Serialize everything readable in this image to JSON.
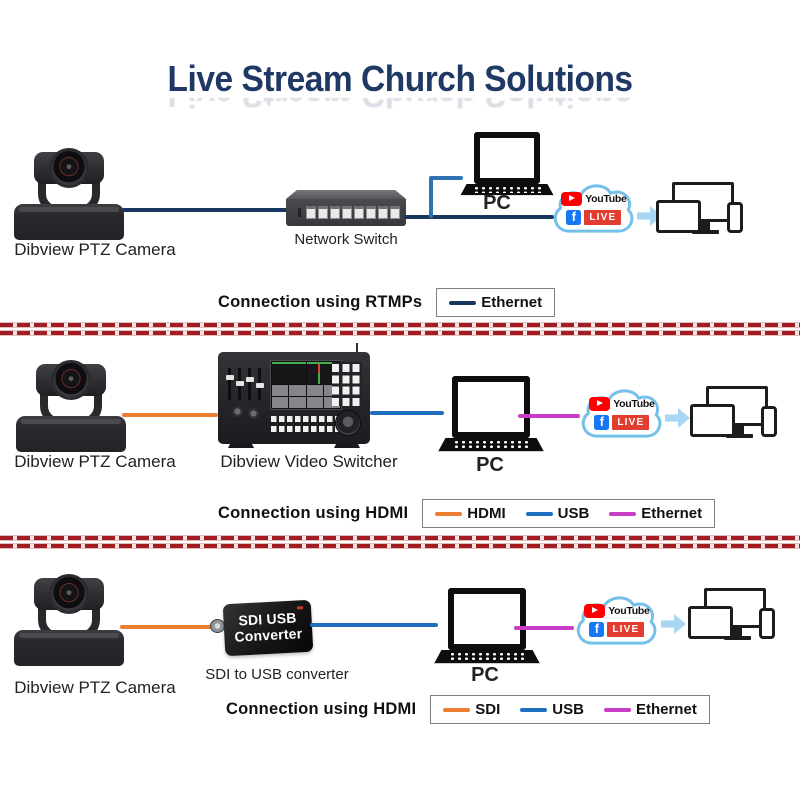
{
  "title": "Live Stream Church Solutions",
  "cloud": {
    "youtube_label": "YouTube",
    "facebook_letter": "f",
    "live_label": "LIVE"
  },
  "rows": [
    {
      "camera_label": "Dibview PTZ Camera",
      "device_label": "Network Switch",
      "pc_label": "PC",
      "caption": "Connection using RTMPs",
      "legend": [
        {
          "label": "Ethernet",
          "color": "#17375e"
        }
      ],
      "connections": [
        {
          "segment": "camera-to-switch",
          "color": "#17375e"
        },
        {
          "segment": "switch-to-pc",
          "color": "#2e74b5"
        },
        {
          "segment": "switch-to-cloud",
          "color": "#17375e"
        }
      ]
    },
    {
      "camera_label": "Dibview PTZ Camera",
      "device_label": "Dibview Video Switcher",
      "pc_label": "PC",
      "caption": "Connection using HDMI",
      "legend": [
        {
          "label": "HDMI",
          "color": "#ed7d31"
        },
        {
          "label": "USB",
          "color": "#1f6fc0"
        },
        {
          "label": "Ethernet",
          "color": "#c83cc8"
        }
      ],
      "connections": [
        {
          "segment": "camera-to-switcher",
          "color": "#ed7d31"
        },
        {
          "segment": "switcher-to-pc",
          "color": "#1f6fc0"
        },
        {
          "segment": "pc-to-cloud",
          "color": "#c83cc8"
        }
      ]
    },
    {
      "camera_label": "Dibview PTZ Camera",
      "device_label": "SDI to USB converter",
      "converter_line1": "SDI USB",
      "converter_line2": "Converter",
      "pc_label": "PC",
      "caption": "Connection using HDMI",
      "legend": [
        {
          "label": "SDI",
          "color": "#ed7d31"
        },
        {
          "label": "USB",
          "color": "#1f6fc0"
        },
        {
          "label": "Ethernet",
          "color": "#c83cc8"
        }
      ],
      "connections": [
        {
          "segment": "camera-to-converter",
          "color": "#ed7d31"
        },
        {
          "segment": "converter-to-pc",
          "color": "#1f6fc0"
        },
        {
          "segment": "pc-to-cloud",
          "color": "#c83cc8"
        }
      ]
    }
  ],
  "colors": {
    "title_navy": "#1f3864",
    "divider_red": "#9e1e24",
    "cloud_outline": "#74c0e8",
    "arrow_blue": "#a9d6f2",
    "youtube_red": "#ff0000",
    "facebook_blue": "#1877f2",
    "live_red": "#e23d2e"
  }
}
